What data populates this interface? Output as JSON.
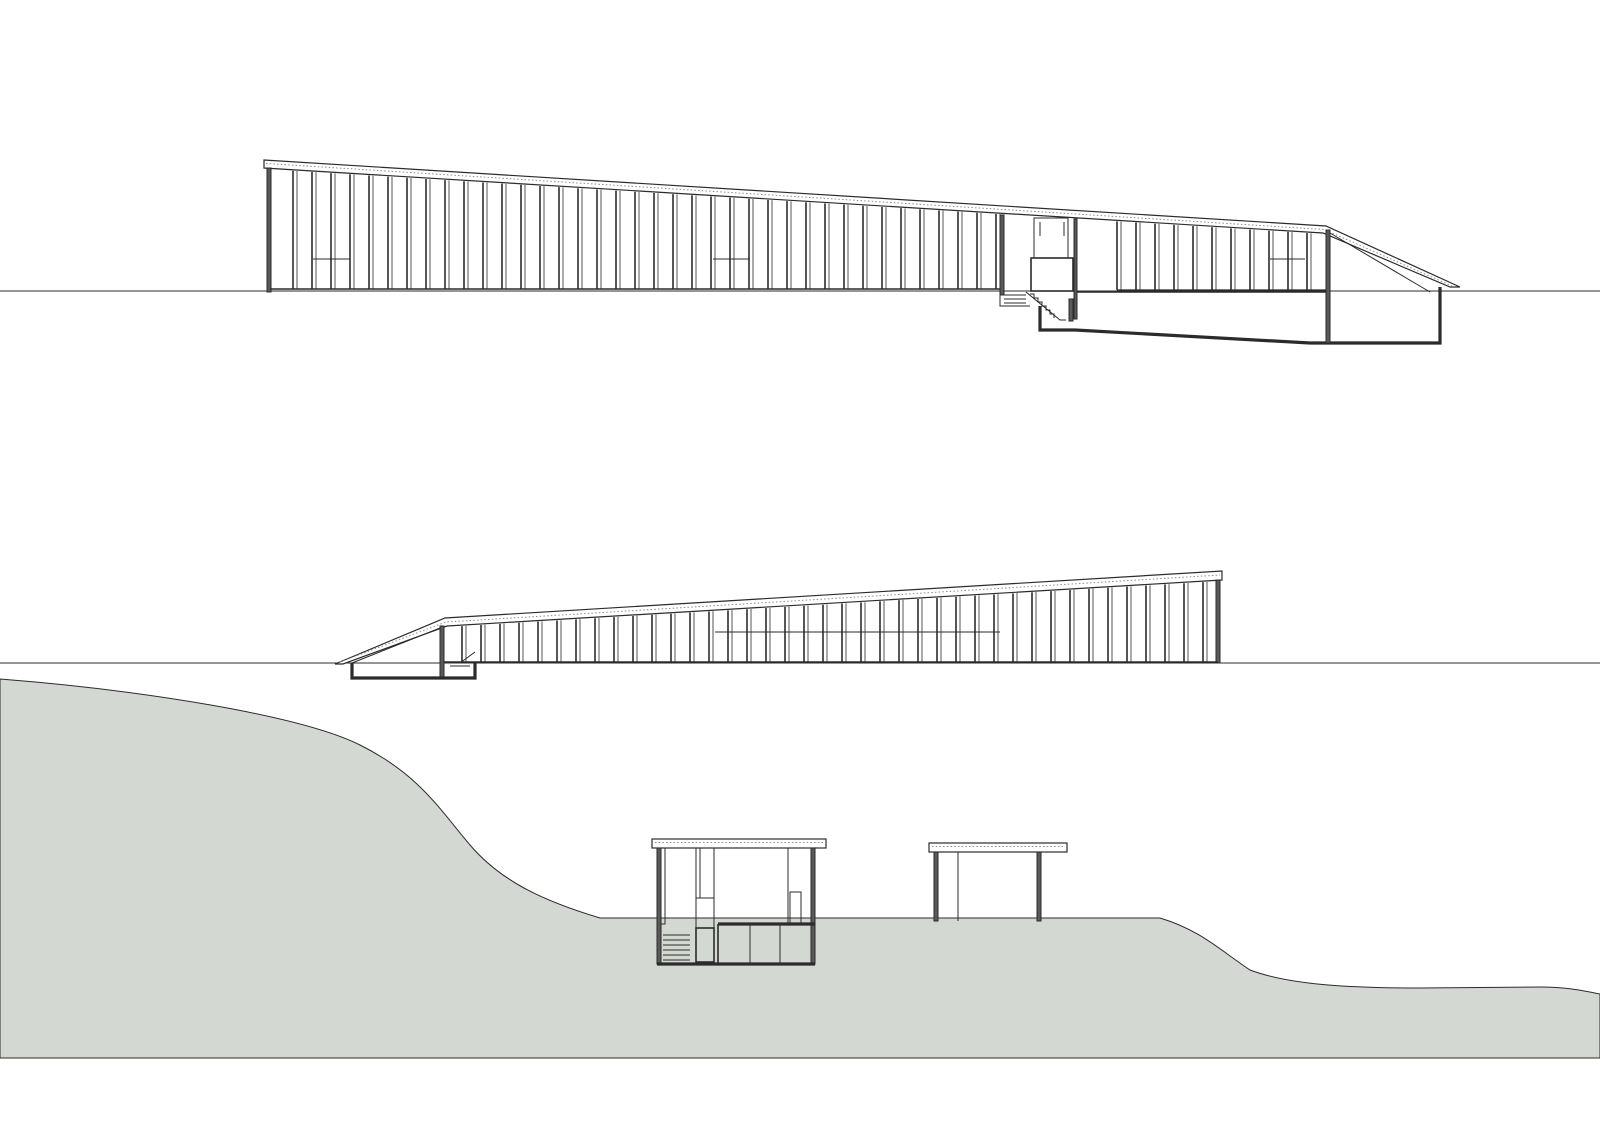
{
  "drawing": {
    "kind": "architectural-sections",
    "colors": {
      "line": "#2b2b2b",
      "terrain_fill": "#d4d8d2",
      "wall_fill": "#5a5a5a",
      "background": "#ffffff"
    },
    "sections": [
      {
        "id": "long-section-upper"
      },
      {
        "id": "long-section-lower"
      },
      {
        "id": "cross-section"
      }
    ]
  }
}
